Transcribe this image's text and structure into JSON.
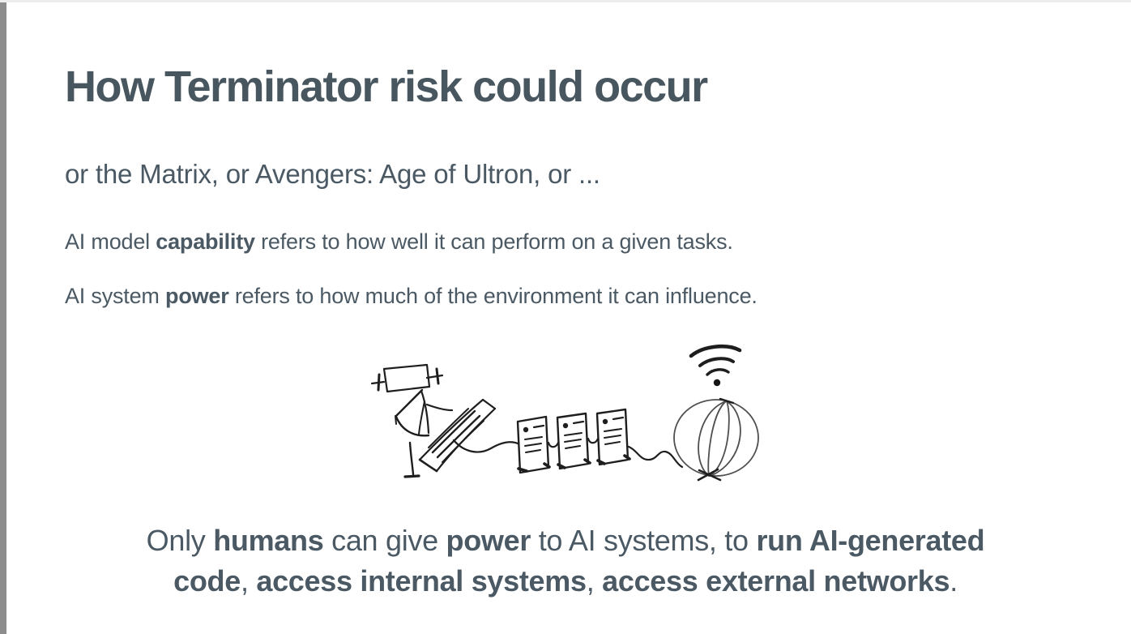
{
  "slide": {
    "title": "How Terminator risk could occur",
    "subtitle": "or the Matrix, or Avengers: Age of Ultron, or ...",
    "paragraphs": {
      "capability": [
        {
          "t": "AI model ",
          "b": false
        },
        {
          "t": "capability",
          "b": true
        },
        {
          "t": " refers to how well it can perform on a given tasks.",
          "b": false
        }
      ],
      "power": [
        {
          "t": "AI system ",
          "b": false
        },
        {
          "t": "power",
          "b": true
        },
        {
          "t": " refers to how much of the environment it can influence.",
          "b": false
        }
      ]
    },
    "conclusion": [
      {
        "t": "Only ",
        "b": false
      },
      {
        "t": "humans",
        "b": true
      },
      {
        "t": " can give ",
        "b": false
      },
      {
        "t": "power",
        "b": true
      },
      {
        "t": " to AI systems, to ",
        "b": false
      },
      {
        "t": "run AI-generated",
        "b": true
      },
      {
        "br": true
      },
      {
        "t": "code",
        "b": true
      },
      {
        "t": ", ",
        "b": false
      },
      {
        "t": "access internal systems",
        "b": true
      },
      {
        "t": ", ",
        "b": false
      },
      {
        "t": "access external networks",
        "b": true
      },
      {
        "t": ".",
        "b": false
      }
    ],
    "illustration": {
      "description": "hand-drawn sketch of a machine feeding documents connected to a globe with wifi",
      "parts": [
        "paper-scroll-sketch",
        "easel-desk-sketch",
        "ramp-panel-sketch",
        "server-cards-sketch",
        "cable-sketch",
        "globe-sketch",
        "wifi-signal-icon"
      ]
    },
    "colors": {
      "text": "#4a5963",
      "title": "#47565f",
      "ink": "#1e1e1e",
      "left_bar": "#8d8d8d",
      "top_strip": "#ededed",
      "background": "#ffffff"
    }
  }
}
